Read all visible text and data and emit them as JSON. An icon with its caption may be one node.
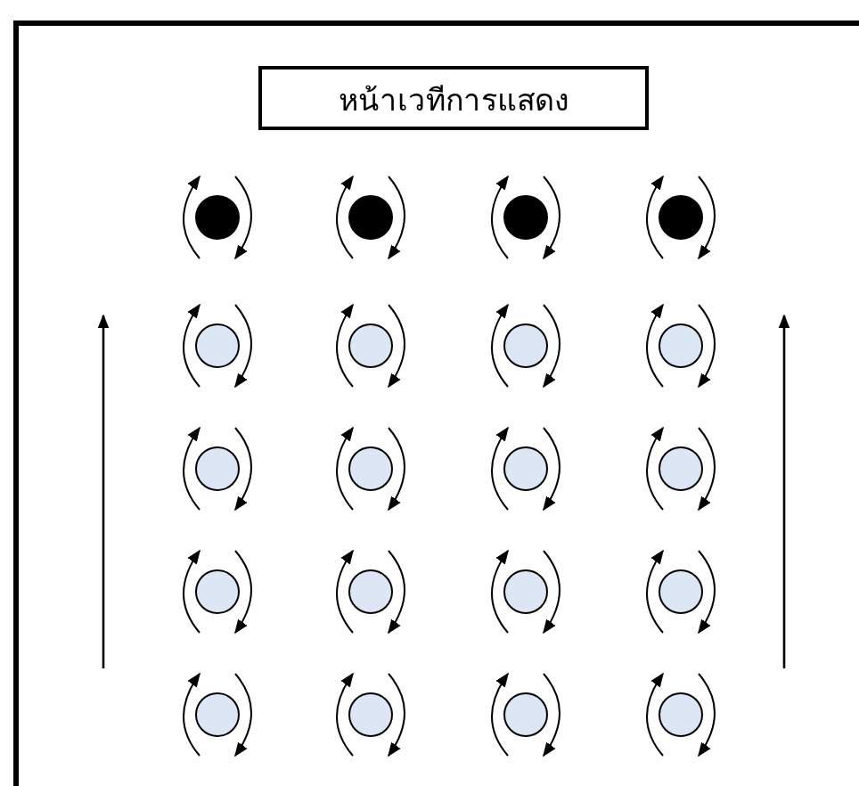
{
  "diagram": {
    "nodes": [
      {
        "text": [
          "หน้าเวทีการแสดง"
        ]
      },
      {
        "text": [],
        "shape": "circle"
      },
      {
        "text": [],
        "shape": "circle"
      },
      {
        "text": [],
        "shape": "circle"
      },
      {
        "text": [],
        "shape": "circle"
      },
      {
        "text": [],
        "shape": "circle"
      },
      {
        "text": [],
        "shape": "circle"
      },
      {
        "text": [],
        "shape": "circle"
      },
      {
        "text": [],
        "shape": "circle"
      },
      {
        "text": [],
        "shape": "circle"
      },
      {
        "text": [],
        "shape": "circle"
      },
      {
        "text": [],
        "shape": "circle"
      },
      {
        "text": [],
        "shape": "circle"
      },
      {
        "text": [],
        "shape": "circle"
      },
      {
        "text": [],
        "shape": "circle"
      },
      {
        "text": [],
        "shape": "circle"
      },
      {
        "text": [],
        "shape": "circle"
      },
      {
        "text": [],
        "shape": "circle"
      },
      {
        "text": [],
        "shape": "circle"
      },
      {
        "text": [],
        "shape": "circle"
      },
      {
        "text": [],
        "shape": "circle"
      }
    ]
  }
}
